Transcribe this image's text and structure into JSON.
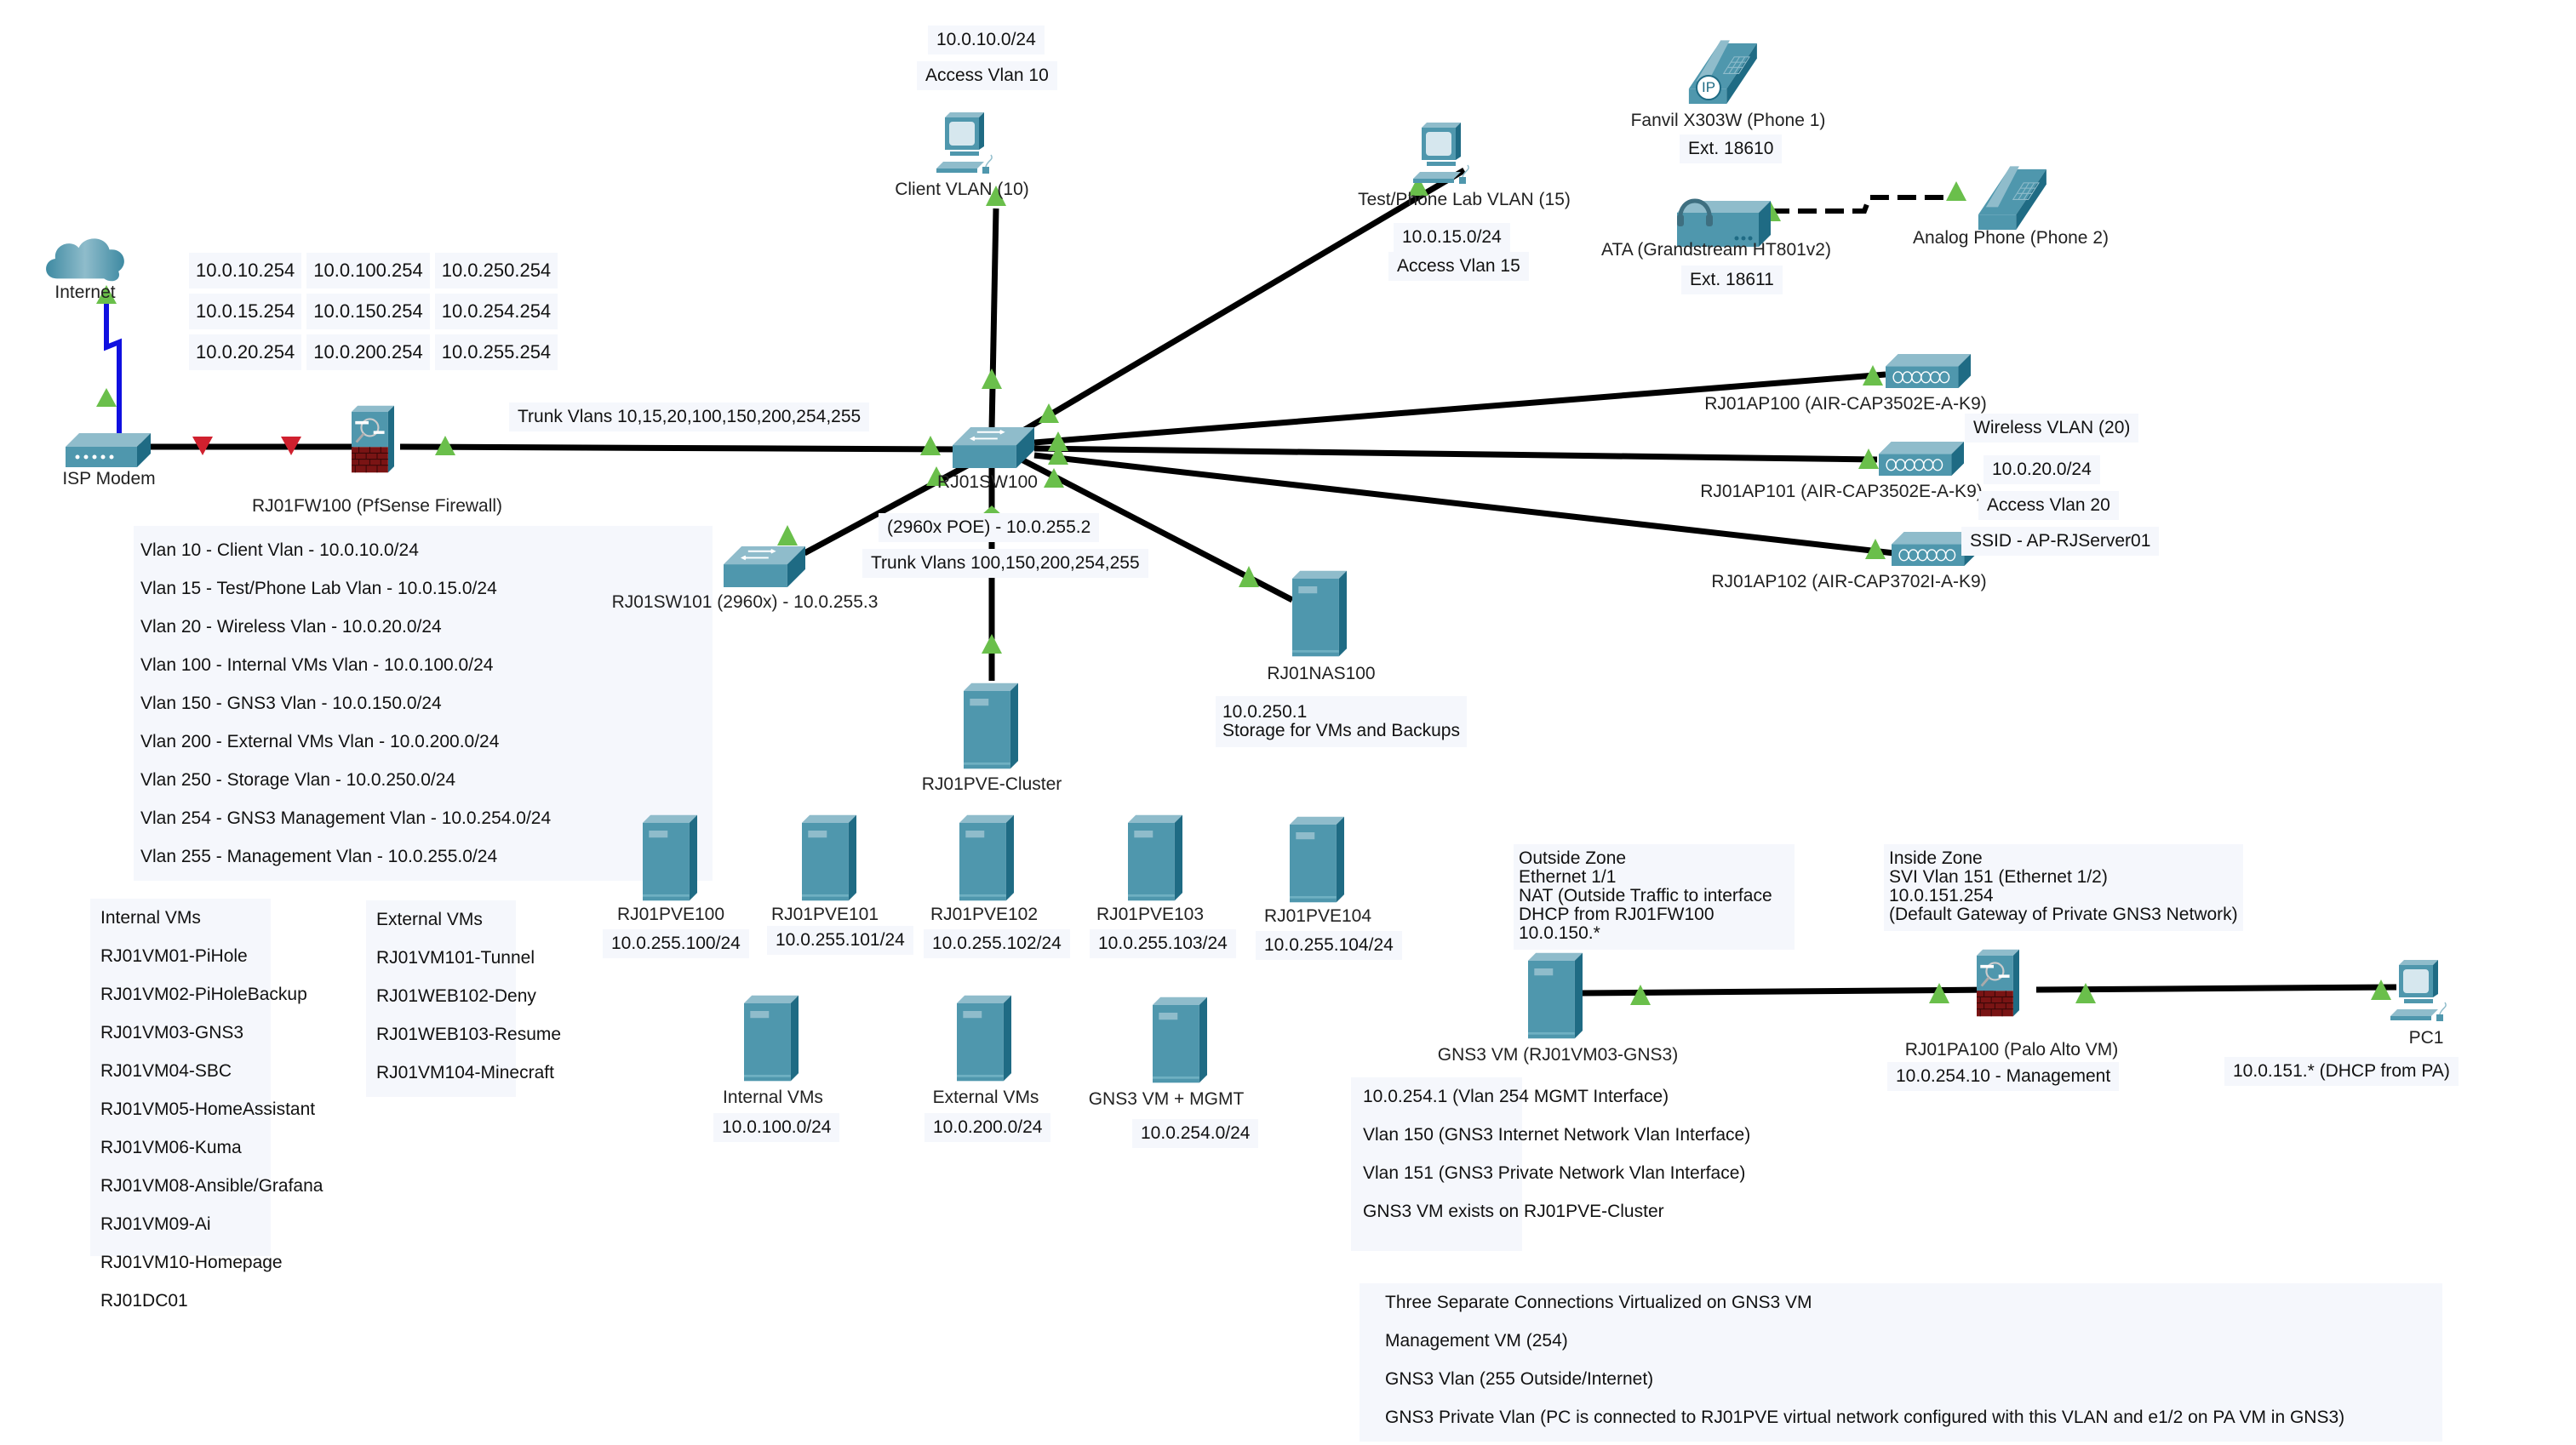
{
  "diagram": {
    "title_context": "Home lab network topology (Packet Tracer style)",
    "colors": {
      "device_teal": "#4f97ad",
      "device_dark": "#1f6b84",
      "device_light": "#8fbccb",
      "firewall_brick": "#7a1414",
      "link_black": "#000000",
      "serial_link_blue": "#1010e0",
      "port_up_green": "#6abf4b",
      "port_down_red": "#d0202e",
      "note_bg": "#f5f7fc"
    },
    "gateway_grid": [
      [
        "10.0.10.254",
        "10.0.100.254",
        "10.0.250.254"
      ],
      [
        "10.0.15.254",
        "10.0.150.254",
        "10.0.254.254"
      ],
      [
        "10.0.20.254",
        "10.0.200.254",
        "10.0.255.254"
      ]
    ],
    "devices": {
      "internet": {
        "label": "Internet",
        "icon": "cloud-icon"
      },
      "isp_modem": {
        "label": "ISP Modem",
        "icon": "modem-icon"
      },
      "firewall": {
        "label": "RJ01FW100 (PfSense Firewall)",
        "icon": "firewall-icon"
      },
      "core_switch": {
        "label": "RJ01SW100",
        "icon": "switch-icon"
      },
      "core_switch_note": "(2960x POE) - 10.0.255.2",
      "core_switch_trunk": "Trunk Vlans 100,150,200,254,255",
      "access_switch": {
        "label": "RJ01SW101 (2960x) - 10.0.255.3",
        "icon": "switch-icon"
      },
      "client_pc": {
        "label": "Client VLAN (10)",
        "icon": "pc-icon"
      },
      "client_notes": [
        "10.0.10.0/24",
        "Access Vlan 10"
      ],
      "test_pc": {
        "label": "Test/Phone Lab VLAN (15)",
        "icon": "pc-icon"
      },
      "test_notes": [
        "10.0.15.0/24",
        "Access Vlan 15"
      ],
      "ip_phone": {
        "label": "Fanvil X303W (Phone 1)",
        "icon": "ip-phone-icon",
        "ext": "Ext. 18610"
      },
      "ata": {
        "label": "ATA (Grandstream HT801v2)",
        "icon": "ata-icon",
        "ext": "Ext. 18611"
      },
      "analog_phone": {
        "label": "Analog Phone (Phone 2)",
        "icon": "analog-phone-icon"
      },
      "ap100": {
        "label": "RJ01AP100 (AIR-CAP3502E-A-K9)",
        "icon": "access-point-icon"
      },
      "ap101": {
        "label": "RJ01AP101 (AIR-CAP3502E-A-K9)",
        "icon": "access-point-icon"
      },
      "ap102": {
        "label": "RJ01AP102 (AIR-CAP3702I-A-K9)",
        "icon": "access-point-icon"
      },
      "wireless_notes": [
        "Wireless VLAN (20)",
        "10.0.20.0/24",
        "Access Vlan 20",
        "SSID - AP-RJServer01"
      ],
      "nas": {
        "label": "RJ01NAS100",
        "icon": "server-icon",
        "note": "10.0.250.1\nStorage for VMs and Backups"
      },
      "pve_cluster": {
        "label": "RJ01PVE-Cluster",
        "icon": "server-icon"
      },
      "trunk_top": "Trunk Vlans 10,15,20,100,150,200,254,255"
    },
    "pve_nodes": [
      {
        "name": "RJ01PVE100",
        "ip": "10.0.255.100/24"
      },
      {
        "name": "RJ01PVE101",
        "ip": "10.0.255.101/24"
      },
      {
        "name": "RJ01PVE102",
        "ip": "10.0.255.102/24"
      },
      {
        "name": "RJ01PVE103",
        "ip": "10.0.255.103/24"
      },
      {
        "name": "RJ01PVE104",
        "ip": "10.0.255.104/24"
      }
    ],
    "vm_groups": [
      {
        "name": "Internal VMs",
        "net": "10.0.100.0/24"
      },
      {
        "name": "External VMs",
        "net": "10.0.200.0/24"
      },
      {
        "name": "GNS3 VM + MGMT",
        "net": "10.0.254.0/24"
      }
    ],
    "vlan_list": [
      "Vlan 10 - Client Vlan - 10.0.10.0/24",
      "Vlan 15 - Test/Phone Lab Vlan - 10.0.15.0/24",
      "Vlan 20 - Wireless Vlan - 10.0.20.0/24",
      "Vlan 100 - Internal VMs Vlan - 10.0.100.0/24",
      "Vlan 150 - GNS3 Vlan - 10.0.150.0/24",
      "Vlan 200 - External VMs Vlan - 10.0.200.0/24",
      "Vlan 250 - Storage Vlan - 10.0.250.0/24",
      "Vlan 254 -  GNS3 Management Vlan - 10.0.254.0/24",
      "Vlan 255 - Management Vlan - 10.0.255.0/24"
    ],
    "internal_vms": {
      "title": "Internal VMs",
      "items": [
        "RJ01VM01-PiHole",
        "RJ01VM02-PiHoleBackup",
        "RJ01VM03-GNS3",
        "RJ01VM04-SBC",
        "RJ01VM05-HomeAssistant",
        "RJ01VM06-Kuma",
        "RJ01VM08-Ansible/Grafana",
        "RJ01VM09-Ai",
        "RJ01VM10-Homepage",
        "RJ01DC01"
      ]
    },
    "external_vms": {
      "title": "External VMs",
      "items": [
        "RJ01VM101-Tunnel",
        "RJ01WEB102-Deny",
        "RJ01WEB103-Resume",
        "RJ01VM104-Minecraft"
      ]
    },
    "gns3": {
      "vm": {
        "label": "GNS3 VM (RJ01VM03-GNS3)",
        "icon": "server-icon"
      },
      "vm_notes": [
        "10.0.254.1 (Vlan 254 MGMT Interface)",
        "Vlan 150 (GNS3 Internet Network Vlan Interface)",
        "Vlan 151 (GNS3 Private Network Vlan Interface)",
        "GNS3 VM exists on RJ01PVE-Cluster"
      ],
      "palo_alto": {
        "label": "RJ01PA100 (Palo Alto VM)",
        "icon": "firewall-icon",
        "mgmt": "10.0.254.10 - Management"
      },
      "outside_zone": "Outside Zone\nEthernet 1/1\nNAT (Outside Traffic to interface\nDHCP from RJ01FW100\n10.0.150.*",
      "inside_zone": "Inside Zone\nSVI Vlan 151 (Ethernet 1/2)\n10.0.151.254\n(Default Gateway of Private GNS3 Network)",
      "pc1": {
        "label": "PC1",
        "icon": "pc-icon",
        "ip": "10.0.151.* (DHCP from PA)"
      },
      "summary": [
        "Three Separate Connections Virtualized on GNS3 VM",
        "Management VM (254)",
        "GNS3 Vlan (255 Outside/Internet)",
        "GNS3 Private Vlan (PC is connected to RJ01PVE virtual network configured with this VLAN and e1/2 on PA VM in GNS3)"
      ]
    }
  }
}
